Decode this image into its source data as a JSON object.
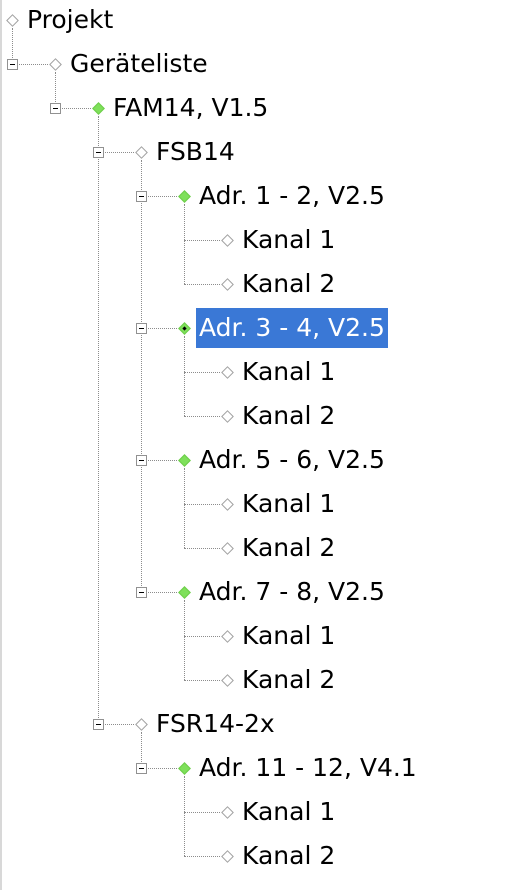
{
  "tree": {
    "root": {
      "label": "Projekt",
      "icon": "empty-diamond-icon",
      "children": [
        {
          "label": "Geräteliste",
          "icon": "empty-diamond-icon",
          "expanded": true,
          "children": [
            {
              "label": "FAM14, V1.5",
              "icon": "green-diamond-icon",
              "expanded": true,
              "children": [
                {
                  "label": "FSB14",
                  "icon": "empty-diamond-icon",
                  "expanded": true,
                  "children": [
                    {
                      "label": "Adr. 1 - 2, V2.5",
                      "icon": "green-diamond-icon",
                      "expanded": true,
                      "children": [
                        {
                          "label": "Kanal 1"
                        },
                        {
                          "label": "Kanal 2"
                        }
                      ]
                    },
                    {
                      "label": "Adr. 3 - 4, V2.5",
                      "icon": "green-diamond-icon",
                      "expanded": true,
                      "selected": true,
                      "children": [
                        {
                          "label": "Kanal 1"
                        },
                        {
                          "label": "Kanal 2"
                        }
                      ]
                    },
                    {
                      "label": "Adr. 5 - 6, V2.5",
                      "icon": "green-diamond-icon",
                      "expanded": true,
                      "children": [
                        {
                          "label": "Kanal 1"
                        },
                        {
                          "label": "Kanal 2"
                        }
                      ]
                    },
                    {
                      "label": "Adr. 7 - 8, V2.5",
                      "icon": "green-diamond-icon",
                      "expanded": true,
                      "children": [
                        {
                          "label": "Kanal 1"
                        },
                        {
                          "label": "Kanal 2"
                        }
                      ]
                    }
                  ]
                },
                {
                  "label": "FSR14-2x",
                  "icon": "empty-diamond-icon",
                  "expanded": true,
                  "children": [
                    {
                      "label": "Adr. 11 - 12, V4.1",
                      "icon": "green-diamond-icon",
                      "expanded": true,
                      "children": [
                        {
                          "label": "Kanal 1"
                        },
                        {
                          "label": "Kanal 2"
                        }
                      ]
                    }
                  ]
                }
              ]
            }
          ]
        }
      ]
    }
  },
  "colors": {
    "selection_background": "#3a78d6",
    "selection_text": "#ffffff",
    "active_icon": "#7ee05a",
    "connector_line": "#8c8c8c"
  }
}
